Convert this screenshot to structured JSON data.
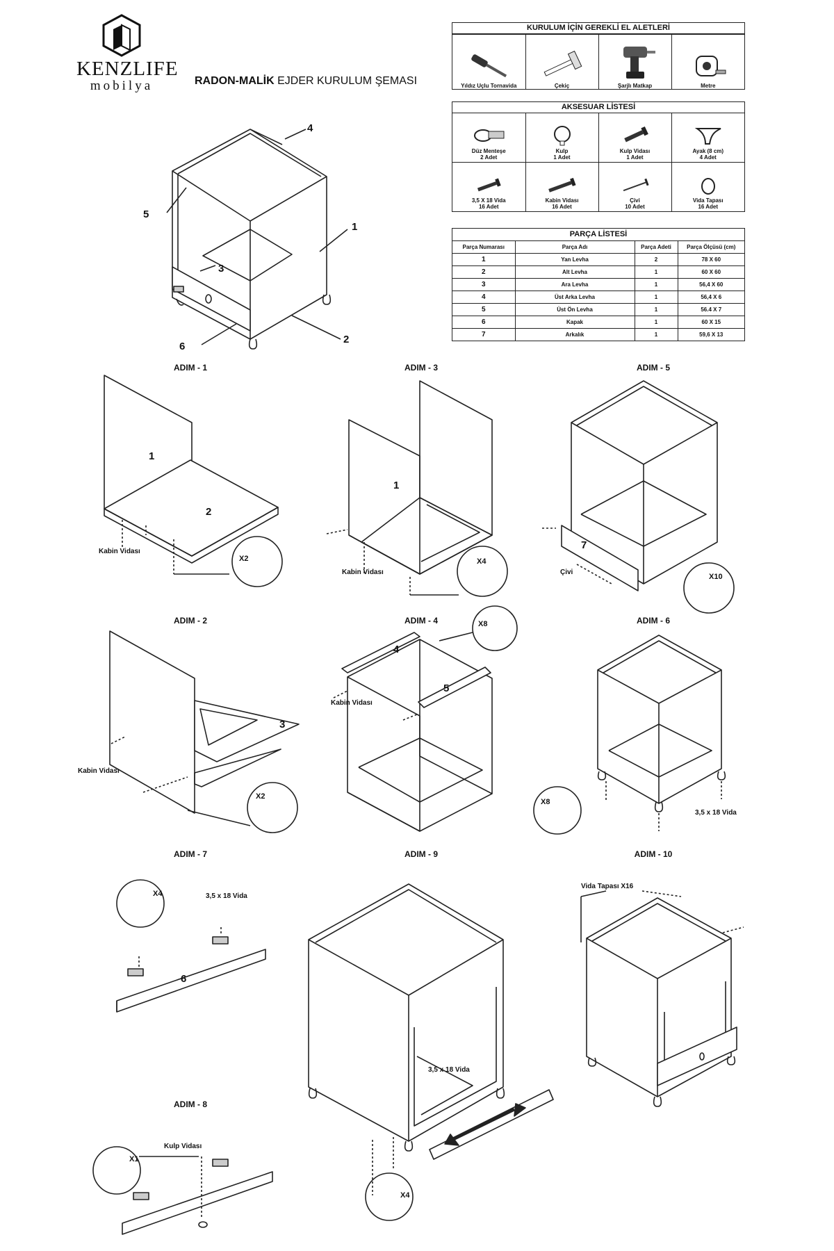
{
  "brand": {
    "name": "KENZLIFE",
    "sub": "mobilya"
  },
  "title": {
    "bold": "RADON-MALİK",
    "rest": " EJDER KURULUM ŞEMASI"
  },
  "tools": {
    "title": "KURULUM İÇİN GEREKLİ EL ALETLERİ",
    "items": [
      {
        "label": "Yıldız Uçlu Tornavida",
        "icon": "screwdriver-icon"
      },
      {
        "label": "Çekiç",
        "icon": "hammer-icon"
      },
      {
        "label": "Şarjlı Matkap",
        "icon": "drill-icon"
      },
      {
        "label": "Metre",
        "icon": "tape-measure-icon"
      }
    ]
  },
  "accessories": {
    "title": "AKSESUAR LİSTESİ",
    "items": [
      {
        "name": "Düz Menteşe",
        "qty": "2 Adet",
        "icon": "hinge-icon"
      },
      {
        "name": "Kulp",
        "qty": "1 Adet",
        "icon": "knob-icon"
      },
      {
        "name": "Kulp Vidası",
        "qty": "1 Adet",
        "icon": "screw-icon"
      },
      {
        "name": "Ayak (8 cm)",
        "qty": "4 Adet",
        "icon": "leg-icon"
      },
      {
        "name": "3,5 X 18 Vida",
        "qty": "16 Adet",
        "icon": "screw-icon"
      },
      {
        "name": "Kabin Vidası",
        "qty": "16 Adet",
        "icon": "screw-icon"
      },
      {
        "name": "Çivi",
        "qty": "10 Adet",
        "icon": "nail-icon"
      },
      {
        "name": "Vida Tapası",
        "qty": "16 Adet",
        "icon": "cap-icon"
      }
    ]
  },
  "parts": {
    "title": "PARÇA LİSTESİ",
    "headers": [
      "Parça Numarası",
      "Parça Adı",
      "Parça Adeti",
      "Parça Ölçüsü (cm)"
    ],
    "rows": [
      [
        "1",
        "Yan Levha",
        "2",
        "78 X 60"
      ],
      [
        "2",
        "Alt Levha",
        "1",
        "60 X 60"
      ],
      [
        "3",
        "Ara Levha",
        "1",
        "56,4 X 60"
      ],
      [
        "4",
        "Üst Arka Levha",
        "1",
        "56,4 X 6"
      ],
      [
        "5",
        "Üst Ön Levha",
        "1",
        "56.4 X 7"
      ],
      [
        "6",
        "Kapak",
        "1",
        "60 X 15"
      ],
      [
        "7",
        "Arkalık",
        "1",
        "59,6 X 13"
      ]
    ]
  },
  "overview": {
    "callouts": [
      "4",
      "5",
      "1",
      "3",
      "6",
      "2"
    ]
  },
  "steps": {
    "s1": {
      "label": "ADIM - 1",
      "p1": "1",
      "p2": "2",
      "note": "Kabin Vidası",
      "count": "X2"
    },
    "s2": {
      "label": "ADIM - 2",
      "p3": "3",
      "note": "Kabin Vidası",
      "count": "X2"
    },
    "s3": {
      "label": "ADIM - 3",
      "p1": "1",
      "note": "Kabin Vidası",
      "count": "X4"
    },
    "s4": {
      "label": "ADIM - 4",
      "p4": "4",
      "p5": "5",
      "note": "Kabin Vidası",
      "count": "X8"
    },
    "s5": {
      "label": "ADIM - 5",
      "p7": "7",
      "note": "Çivi",
      "count": "X10"
    },
    "s6": {
      "label": "ADIM - 6",
      "note": "3,5 x 18 Vida",
      "count": "X8"
    },
    "s7": {
      "label": "ADIM - 7",
      "p6": "6",
      "note": "3,5 x 18 Vida",
      "count": "X4"
    },
    "s8": {
      "label": "ADIM - 8",
      "note": "Kulp Vidası",
      "count": "X1"
    },
    "s9": {
      "label": "ADIM - 9",
      "note": "3,5 x 18 Vida",
      "count": "X4"
    },
    "s10": {
      "label": "ADIM - 10",
      "note": "Vida Tapası X16"
    }
  }
}
